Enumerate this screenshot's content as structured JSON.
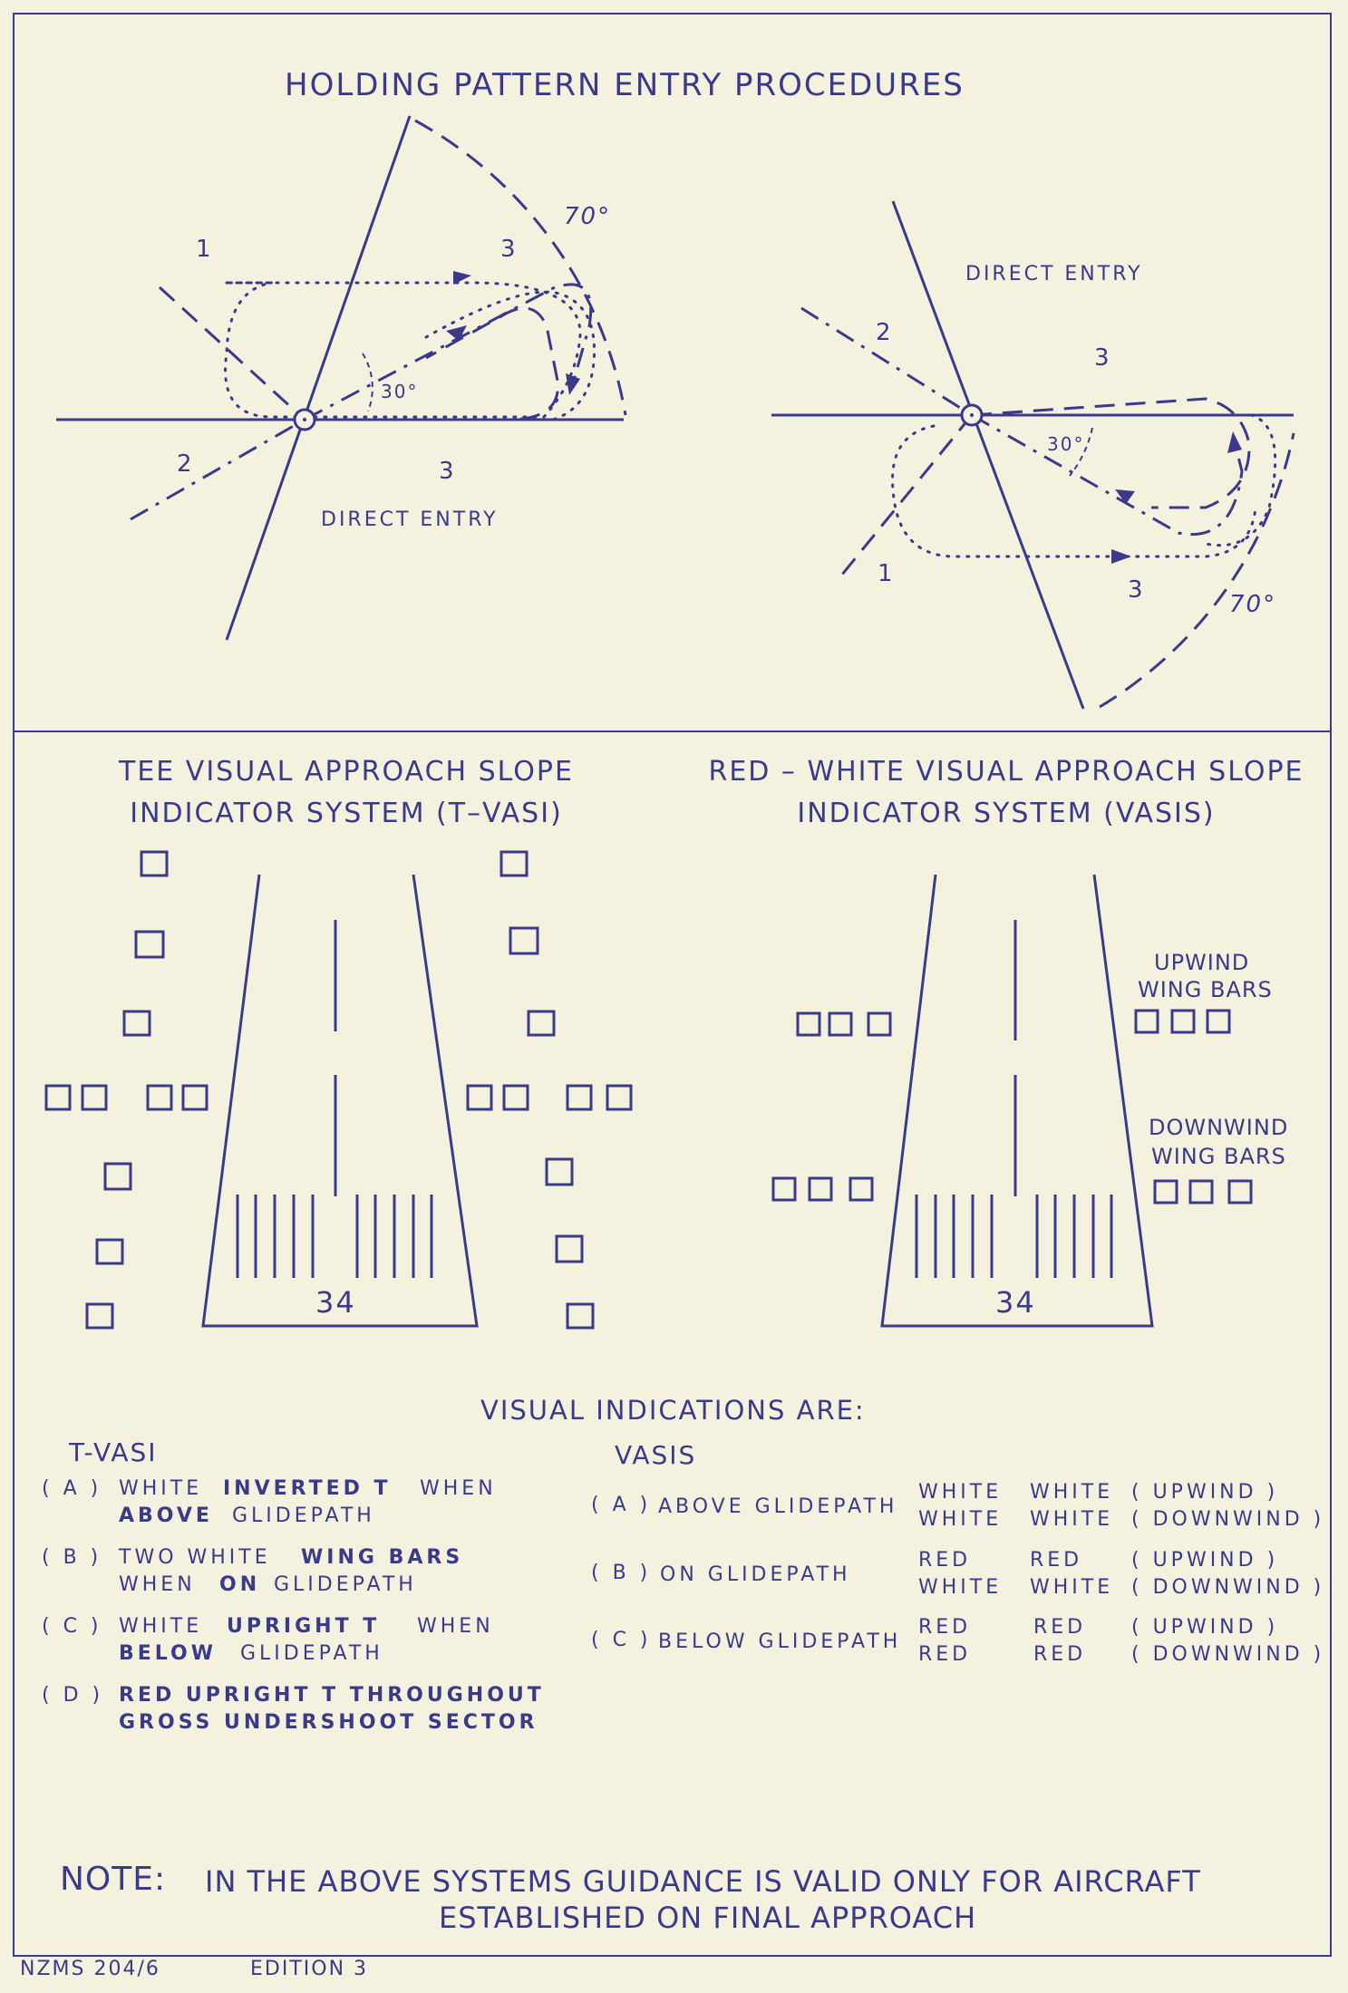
{
  "title": "HOLDING PATTERN ENTRY PROCEDURES",
  "holding_left": {
    "sector1": "1",
    "sector2": "2",
    "sector3_top": "3",
    "sector3_bottom": "3",
    "angle70": "70°",
    "angle30": "30°",
    "direct_entry": "DIRECT ENTRY"
  },
  "holding_right": {
    "sector1": "1",
    "sector2": "2",
    "sector3_top": "3",
    "sector3_bottom": "3",
    "angle70": "70°",
    "angle30": "30°",
    "direct_entry": "DIRECT ENTRY"
  },
  "tvasi": {
    "title1": "TEE VISUAL APPROACH SLOPE",
    "title2": "INDICATOR SYSTEM (T–VASI)",
    "runway": "34"
  },
  "vasis": {
    "title1": "RED – WHITE VISUAL APPROACH SLOPE",
    "title2": "INDICATOR SYSTEM (VASIS)",
    "runway": "34",
    "upwind1": "UPWIND",
    "upwind2": "WING BARS",
    "downwind1": "DOWNWIND",
    "downwind2": "WING BARS"
  },
  "indications": {
    "heading": "VISUAL INDICATIONS ARE:",
    "tvasi_heading": "T-VASI",
    "vasis_heading": "VASIS",
    "tvasi_items": [
      {
        "letter": "( A )",
        "l1a": "WHITE",
        "l1b": "INVERTED T",
        "l1c": "WHEN",
        "l2a": "ABOVE",
        "l2b": "GLIDEPATH"
      },
      {
        "letter": "( B )",
        "l1a": "TWO WHITE",
        "l1b": "WING BARS",
        "l1c": "",
        "l2a": "WHEN",
        "l2b": "ON",
        "l2c": "GLIDEPATH"
      },
      {
        "letter": "( C )",
        "l1a": "WHITE",
        "l1b": "UPRIGHT T",
        "l1c": "WHEN",
        "l2a": "BELOW",
        "l2b": "GLIDEPATH"
      },
      {
        "letter": "( D )",
        "l1": "RED UPRIGHT T THROUGHOUT",
        "l2": "GROSS UNDERSHOOT SECTOR"
      }
    ],
    "vasis_items": [
      {
        "letter": "( A )",
        "label": "ABOVE GLIDEPATH",
        "c1a": "WHITE",
        "c2a": "WHITE",
        "c3a": "( UPWIND )",
        "c1b": "WHITE",
        "c2b": "WHITE",
        "c3b": "( DOWNWIND )"
      },
      {
        "letter": "( B )",
        "label": "ON GLIDEPATH",
        "c1a": "RED",
        "c2a": "RED",
        "c3a": "( UPWIND )",
        "c1b": "WHITE",
        "c2b": "WHITE",
        "c3b": "( DOWNWIND )"
      },
      {
        "letter": "( C )",
        "label": "BELOW GLIDEPATH",
        "c1a": "RED",
        "c2a": "RED",
        "c3a": "( UPWIND )",
        "c1b": "RED",
        "c2b": "RED",
        "c3b": "( DOWNWIND )"
      }
    ]
  },
  "note": {
    "label": "NOTE:",
    "line1": "IN THE ABOVE SYSTEMS GUIDANCE IS VALID ONLY FOR AIRCRAFT",
    "line2": "ESTABLISHED ON FINAL APPROACH"
  },
  "footer": {
    "code": "NZMS 204/6",
    "edition": "EDITION 3"
  },
  "colors": {
    "ink": "#3a3a8a",
    "paper": "#f4f1df"
  }
}
